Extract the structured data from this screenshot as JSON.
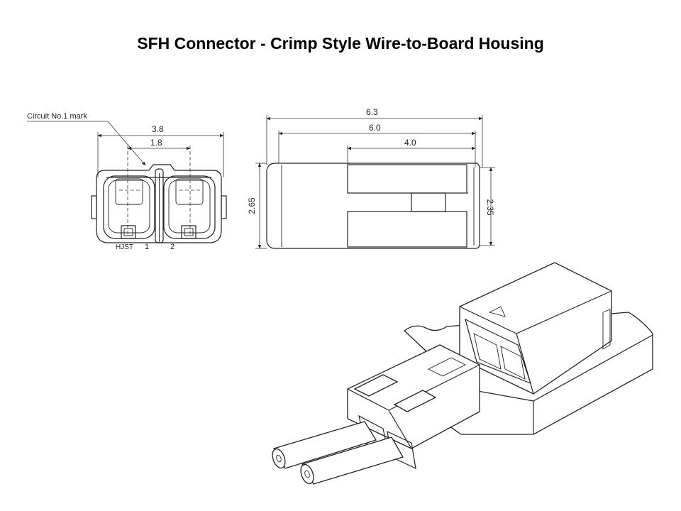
{
  "slide": {
    "title": "SFH Connector - Crimp Style Wire-to-Board Housing"
  },
  "front_view": {
    "callout": "Circuit No.1 mark",
    "dim_width": "3.8",
    "dim_pitch": "1.8",
    "brand_mark": "HJST",
    "circuit_1": "1",
    "circuit_2": "2"
  },
  "side_view": {
    "dim_overall_length": "6.3",
    "dim_body_length": "6.0",
    "dim_latch_length": "4.0",
    "dim_overall_height": "2.65",
    "dim_body_height": "2.35"
  },
  "colors": {
    "line": "#222222",
    "background": "#ffffff"
  }
}
